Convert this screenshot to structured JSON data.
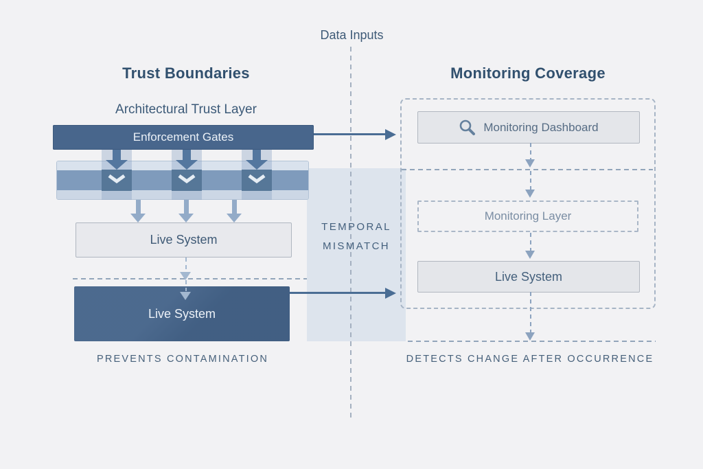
{
  "meta": {
    "type": "architecture-diagram",
    "background_color": "#f2f2f4",
    "accent_dark_blue": "#48668c",
    "band_blue": "#7f9bbc",
    "light_box_fill": "#e8e9ed",
    "caption_color": "#46607a",
    "dashed_line_color": "#8ca3bf"
  },
  "divider": {
    "label": "Data Inputs"
  },
  "left": {
    "title": "Trust Boundaries",
    "layer_label": "Architectural Trust Layer",
    "enforcement_bar": {
      "label": "Enforcement Gates",
      "color": "#48668c"
    },
    "gates_count": 3,
    "gate_icon": "chevron-down-icon",
    "live_system_box": {
      "label": "Live System"
    },
    "isolated_box": {
      "label": "Live System",
      "color": "#45648a"
    },
    "caption": "PREVENTS CONTAMINATION"
  },
  "center": {
    "mismatch": {
      "line1": "TEMPORAL",
      "line2": "MISMATCH"
    },
    "band_color": "rgba(187,204,227,0.38)"
  },
  "right": {
    "title": "Monitoring Coverage",
    "dashboard_box": {
      "label": "Monitoring Dashboard",
      "icon": "search-icon"
    },
    "monitoring_layer_box": {
      "label": "Monitoring Layer"
    },
    "live_system_box": {
      "label": "Live System"
    },
    "caption": "DETECTS CHANGE AFTER OCCURRENCE"
  }
}
